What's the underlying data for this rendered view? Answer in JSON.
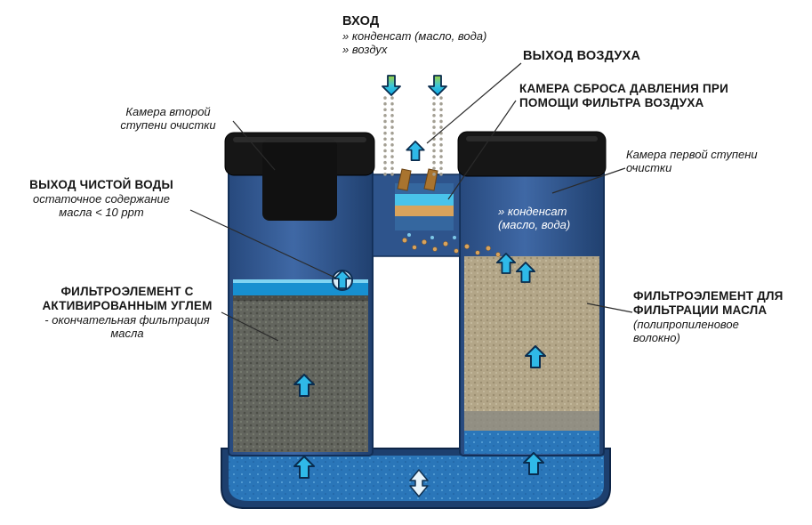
{
  "labels": {
    "inlet": {
      "title": "ВХОД",
      "line1": "» конденсат (масло, вода)",
      "line2": "» воздух"
    },
    "air_outlet": {
      "title": "ВЫХОД ВОЗДУХА"
    },
    "pressure_chamber": {
      "line1": "КАМЕРА СБРОСА ДАВЛЕНИЯ ПРИ",
      "line2": "ПОМОЩИ ФИЛЬТРА ВОЗДУХА"
    },
    "second_stage_chamber": {
      "line1": "Камера второй",
      "line2": "ступени очистки"
    },
    "first_stage_chamber": {
      "line1": "Камера первой ступени",
      "line2": "очистки"
    },
    "clean_water_outlet": {
      "title": "ВЫХОД ЧИСТОЙ ВОДЫ",
      "line1": "остаточное содержание",
      "line2": "масла < 10 ppm"
    },
    "carbon_filter": {
      "line1": "ФИЛЬТРОЭЛЕМЕНТ С",
      "line2": "АКТИВИРОВАННЫМ УГЛЕМ",
      "line3": "- окончательная фильтрация",
      "line4": "масла"
    },
    "oil_filter": {
      "line1": "ФИЛЬТРОЭЛЕМЕНТ ДЛЯ",
      "line2": "ФИЛЬТРАЦИИ МАСЛА",
      "line3": "(полипропиленовое",
      "line4": "волокно)"
    },
    "condensate_note": {
      "line1": "» конденсат",
      "line2": "(масло, вода)"
    }
  },
  "icons": {
    "flow_up_arrow": "block-arrow-up",
    "inlet_down_arrow": "block-arrow-down",
    "updown_arrow": "block-arrow-up-down"
  },
  "colors": {
    "tank_blue": "#2e548c",
    "tank_blue_dark": "#1c3a66",
    "cap_black": "#141414",
    "carbon_media_gray": "#63655e",
    "fiber_media_tan": "#b3a688",
    "water_blue": "#2a76b9",
    "water_stripe_cyan": "#1790d0",
    "arrow_cyan": "#2fb9e8",
    "arrow_outline": "#0a2c4e",
    "inlet_arrow_green": "#9ed23c",
    "inlet_arrow_blue": "#0aa7e6",
    "condensate_dot_tan": "#d8a35c"
  }
}
